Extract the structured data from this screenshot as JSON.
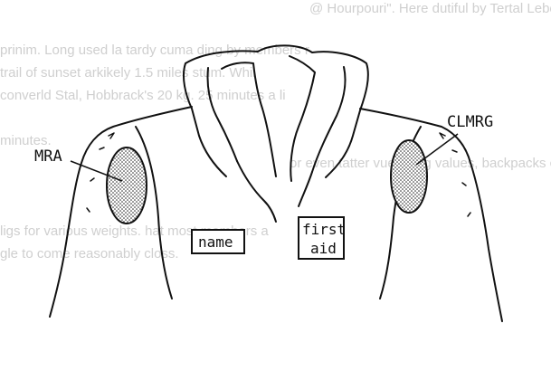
{
  "labels": {
    "left_patch": "MRA",
    "right_patch": "CLMRG",
    "name_tag": "name",
    "first_aid_line1": "first",
    "first_aid_line2": "aid"
  },
  "background_text": [
    "@ Hourpouri\". Here dutiful by Tertal Lebe bulls, lik a li",
    "prinim. Long used la tardy cuma ding by members r",
    "trail of sunset arkikely 1.5 miles stum. Whil",
    "converld Stal, Hobbrack's 20 kg. 25 minutes a li",
    "minutes.",
    "or even tatter vue aking values, backpacks can be a",
    "ligs for various weights. hat most members a",
    "gle to come reasonably closs."
  ],
  "colors": {
    "ink": "#111111",
    "ghost_text": "#cfcfcf"
  }
}
